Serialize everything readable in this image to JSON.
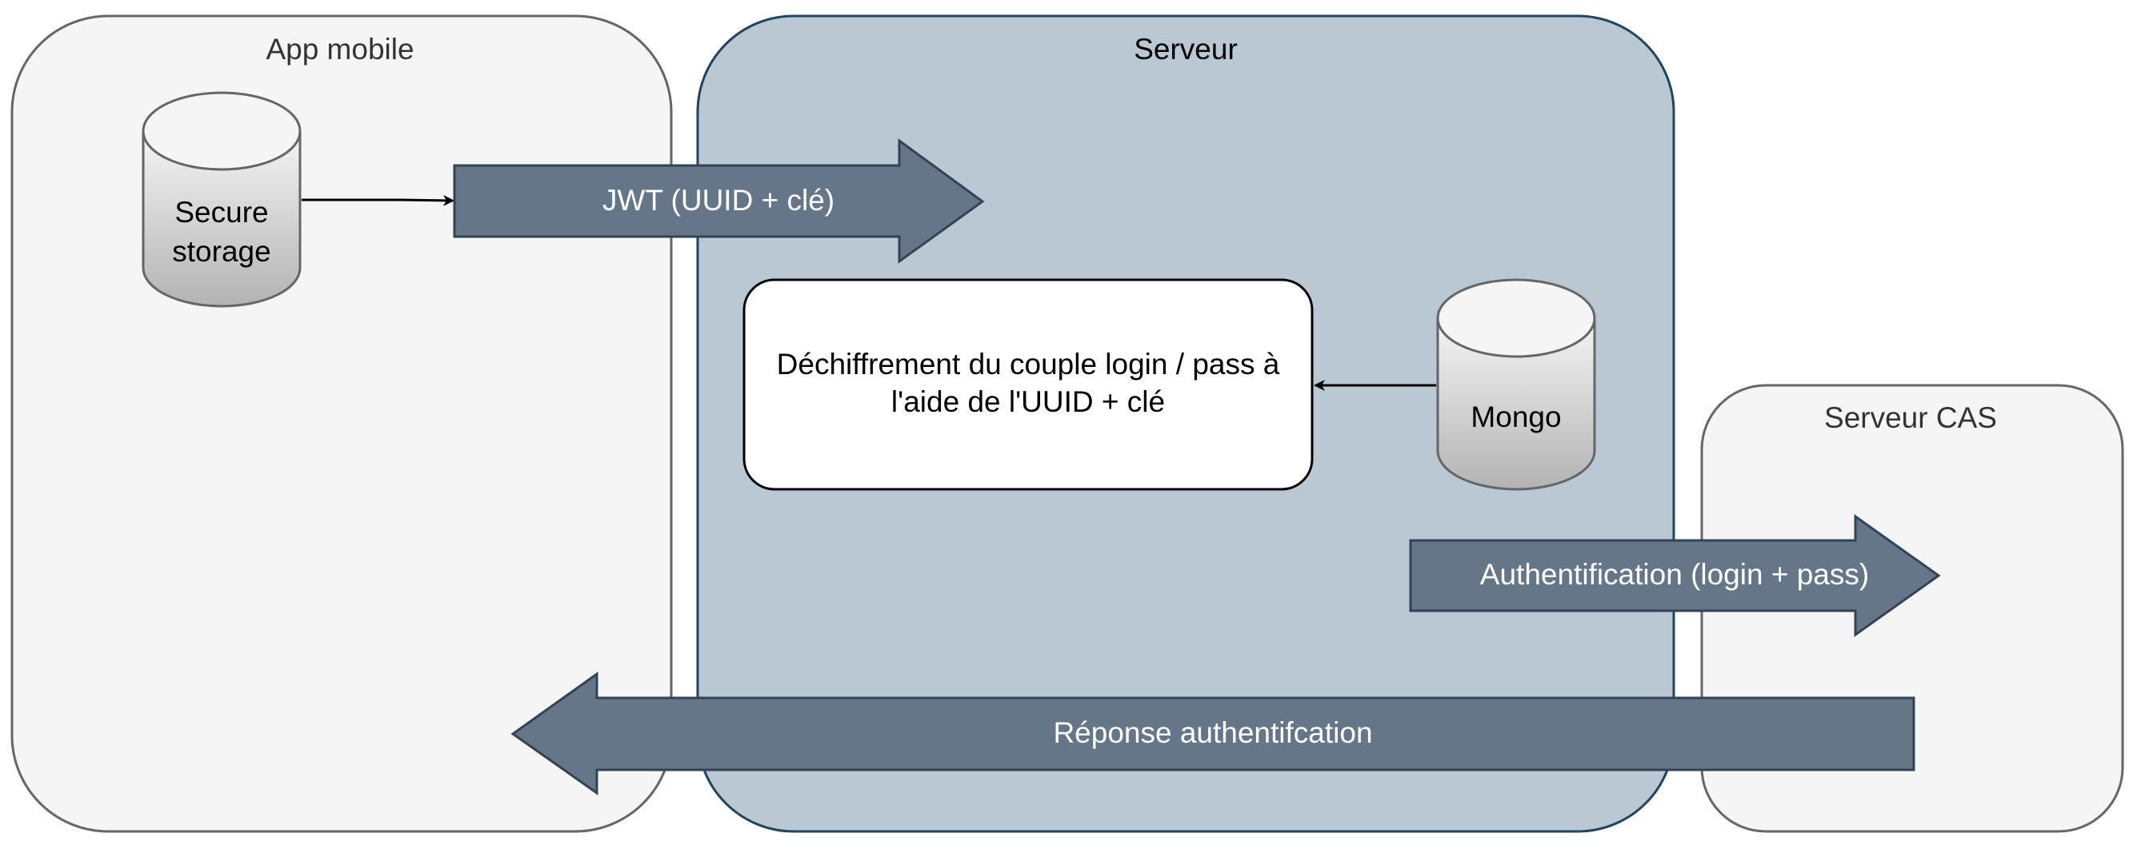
{
  "colors": {
    "container_fill": "#f5f5f5",
    "container_stroke": "#666666",
    "server_fill": "#bac8d3",
    "server_stroke": "#23445d",
    "arrow_fill": "#647687",
    "arrow_stroke": "#314354",
    "process_fill": "#ffffff",
    "cylinder_top": "#f5f5f5",
    "cylinder_bottom": "#b3b3b3",
    "text_dark": "#333333",
    "text_white": "#ffffff"
  },
  "containers": {
    "app_mobile": "App mobile",
    "serveur": "Serveur",
    "serveur_cas": "Serveur CAS"
  },
  "databases": {
    "secure_storage_line1": "Secure",
    "secure_storage_line2": "storage",
    "mongo": "Mongo"
  },
  "process": {
    "line1": "Déchiffrement du couple login / pass à",
    "line2": "l'aide de l'UUID + clé"
  },
  "flows": {
    "jwt": "JWT (UUID + clé)",
    "authentification": "Authentification (login + pass)",
    "reponse": "Réponse authentifcation"
  }
}
